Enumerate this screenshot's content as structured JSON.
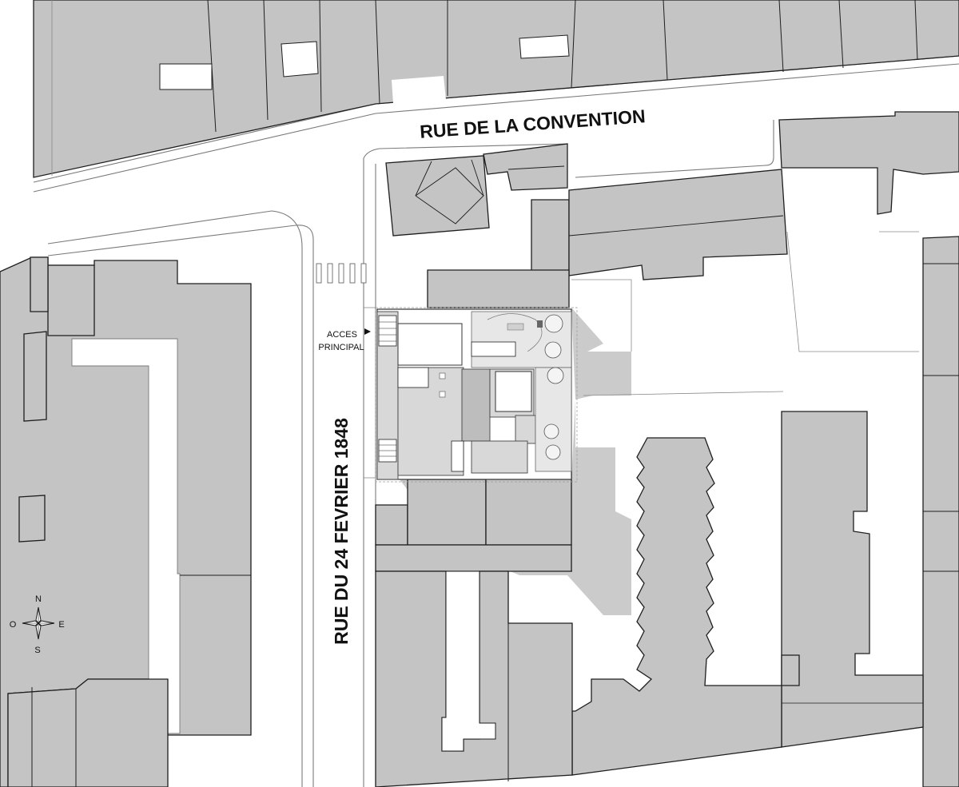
{
  "map": {
    "streets": {
      "north": "RUE DE LA CONVENTION",
      "west": "RUE DU 24 FEVRIER 1848"
    },
    "entrance": {
      "line1": "ACCES",
      "line2": "PRINCIPAL"
    },
    "compass": {
      "north": "N",
      "south": "S",
      "east": "E",
      "west": "O"
    },
    "colors": {
      "buildings": "#c4c4c4",
      "shadow": "#cbcbcb",
      "background": "#ffffff",
      "outline": "#1e1e1e"
    }
  }
}
